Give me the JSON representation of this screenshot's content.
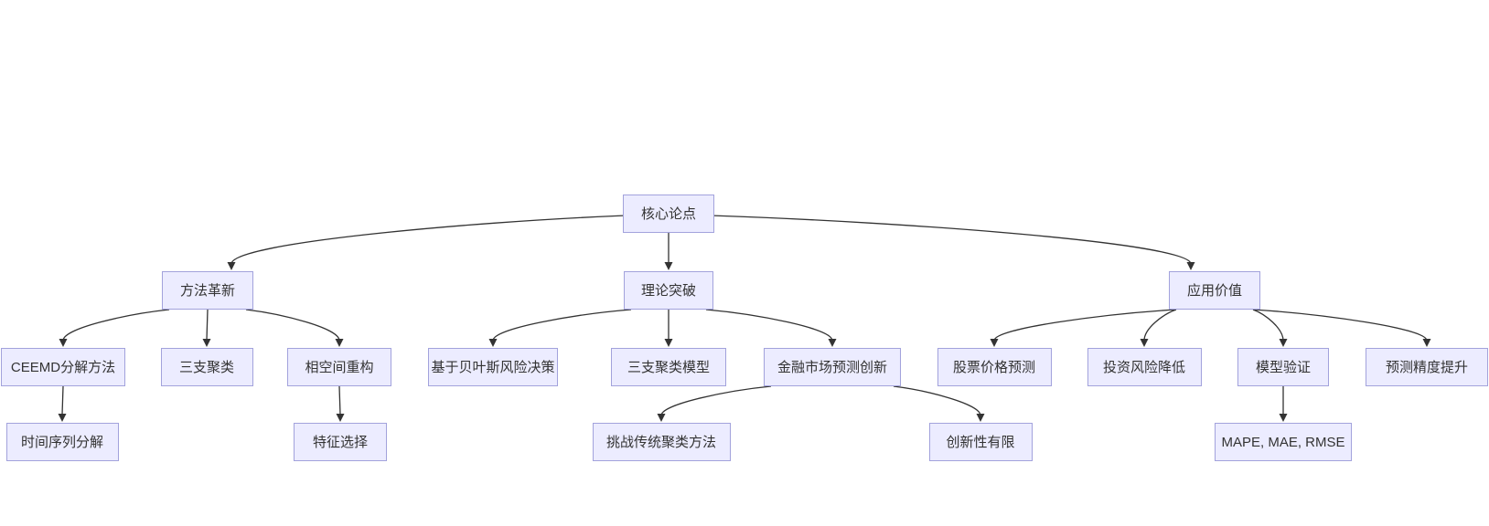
{
  "diagram": {
    "type": "flowchart-top-down",
    "background_color": "#ffffff",
    "node_fill_color": "#ececff",
    "node_border_color": "#a2a2dc",
    "edge_color": "#333333",
    "text_color": "#333333",
    "nodes": [
      {
        "id": "root",
        "label": "核心论点"
      },
      {
        "id": "method",
        "label": "方法革新"
      },
      {
        "id": "theory",
        "label": "理论突破"
      },
      {
        "id": "application",
        "label": "应用价值"
      },
      {
        "id": "ceemd",
        "label": "CEEMD分解方法"
      },
      {
        "id": "three-way",
        "label": "三支聚类"
      },
      {
        "id": "phase-space",
        "label": "相空间重构"
      },
      {
        "id": "bayes",
        "label": "基于贝叶斯风险决策"
      },
      {
        "id": "three-way-model",
        "label": "三支聚类模型"
      },
      {
        "id": "finance",
        "label": "金融市场预测创新"
      },
      {
        "id": "stock",
        "label": "股票价格预测"
      },
      {
        "id": "risk",
        "label": "投资风险降低"
      },
      {
        "id": "validation",
        "label": "模型验证"
      },
      {
        "id": "precision",
        "label": "预测精度提升"
      },
      {
        "id": "decomposition",
        "label": "时间序列分解"
      },
      {
        "id": "feature",
        "label": "特征选择"
      },
      {
        "id": "challenge",
        "label": "挑战传统聚类方法"
      },
      {
        "id": "limited",
        "label": "创新性有限"
      },
      {
        "id": "metrics",
        "label": "MAPE, MAE, RMSE"
      }
    ],
    "edges": [
      {
        "from": "root",
        "to": "method"
      },
      {
        "from": "root",
        "to": "theory"
      },
      {
        "from": "root",
        "to": "application"
      },
      {
        "from": "method",
        "to": "ceemd"
      },
      {
        "from": "method",
        "to": "three-way"
      },
      {
        "from": "method",
        "to": "phase-space"
      },
      {
        "from": "theory",
        "to": "bayes"
      },
      {
        "from": "theory",
        "to": "three-way-model"
      },
      {
        "from": "theory",
        "to": "finance"
      },
      {
        "from": "application",
        "to": "stock"
      },
      {
        "from": "application",
        "to": "risk"
      },
      {
        "from": "application",
        "to": "validation"
      },
      {
        "from": "application",
        "to": "precision"
      },
      {
        "from": "ceemd",
        "to": "decomposition"
      },
      {
        "from": "phase-space",
        "to": "feature"
      },
      {
        "from": "finance",
        "to": "challenge"
      },
      {
        "from": "finance",
        "to": "limited"
      },
      {
        "from": "validation",
        "to": "metrics"
      }
    ]
  }
}
